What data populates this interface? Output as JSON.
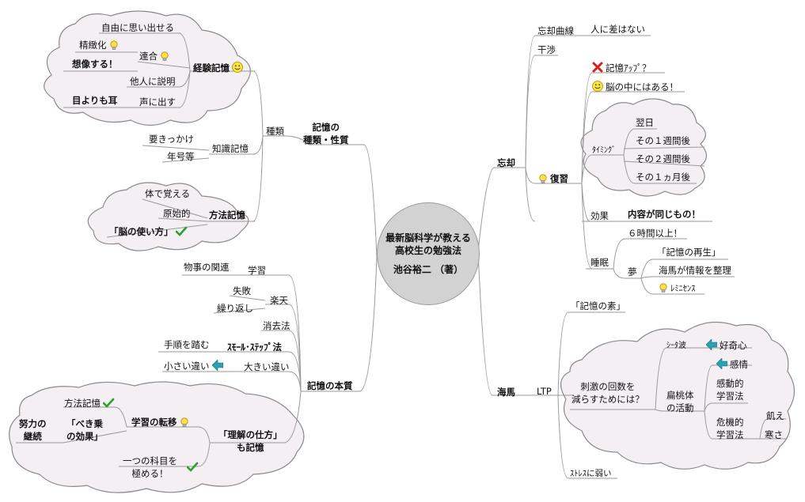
{
  "center": {
    "line1": "最新脳科学が教える",
    "line2": "高校生の勉強法",
    "line3": "池谷裕二 （著）"
  },
  "left_top": {
    "branch1": {
      "label_l1": "記憶の",
      "label_l2": "種類・性質"
    },
    "shurui": "種類",
    "keiken": {
      "label": "経験記憶",
      "free_recall": "自由に思い出せる",
      "rengo": "連合",
      "seichika": "精緻化",
      "souzou": "想像する！",
      "setsumei": "他人に説明",
      "koe": "声に出す",
      "mememo": "目よりも耳"
    },
    "chishiki": {
      "label": "知識記憶",
      "kikkake": "要きっかけ",
      "nengou": "年号等"
    },
    "houhou": {
      "label": "方法記憶",
      "karada": "体で覚える",
      "genshi": "原始的",
      "noutsukai": "「脳の使い方」"
    }
  },
  "left_bottom": {
    "branch": "記憶の本質",
    "gakushu": "学習",
    "bukkyou": "物事の関連",
    "rakuten": "楽天",
    "shippai": "失敗",
    "kurikaeshi": "繰り返し",
    "shoukyo": "消去法",
    "small_step": "ｽﾓｰﾙ･ｽﾃｯﾌﾟ法",
    "tejun": "手順を踏む",
    "ookii": "大きい違い",
    "chiisai": "小さい違い",
    "rikai": {
      "l1": "「理解の仕方」",
      "l2": "も記憶",
      "ten_i": "学習の転移",
      "houhou": "方法記憶",
      "beki_l1": "「べき乗",
      "beki_l2": "の効果」",
      "doryoku_l1": "努力の",
      "doryoku_l2": "継続",
      "kiwame_l1": "一つの科目を",
      "kiwame_l2": "極める！"
    }
  },
  "right_top": {
    "boukyaku": "忘却",
    "kyokusen": "忘却曲線",
    "sa": "人に差はない",
    "kanshou": "干渉",
    "fukushu": "復習",
    "kiokuup": "記憶ｱｯﾌﾟ？",
    "nounaka": "脳の中にはある！",
    "timing": "ﾀｲﾐﾝｸﾞ",
    "yokujitsu": "翌日",
    "week1": "その１週間後",
    "week2": "その２週間後",
    "month1": "その１ヵ月後",
    "kouka": "効果",
    "onaji": "内容が同じもの！",
    "suimin": "睡眠",
    "rokujikan": "６時間以上！",
    "yume": "夢",
    "saisei": "「記憶の再生」",
    "seiri": "海馬が情報を整理",
    "reminiscence": "ﾚﾐﾆｾﾝｽ"
  },
  "right_bottom": {
    "kaiba": "海馬",
    "ltp": "LTP",
    "moto": "「記憶の素」",
    "shigeki_l1": "刺激の回数を",
    "shigeki_l2": "減らすためには？",
    "theta": "ｼｰﾀ波",
    "koukishin": "好奇心",
    "hentou_l1": "扁桃体",
    "hentou_l2": "の活動",
    "kanjou": "感情",
    "kandou_l1": "感動的",
    "kandou_l2": "学習法",
    "kiki_l1": "危機的",
    "kiki_l2": "学習法",
    "ue": "飢え",
    "samusa": "寒さ",
    "stress": "ｽﾄﾚｽに弱い"
  },
  "colors": {
    "cloud_fill": "#f3eff3",
    "cloud_stroke": "#8a8a8a",
    "center_fill": "#d2d2d2",
    "line": "#9a9a9a"
  },
  "icons": [
    "bulb-icon",
    "smiley-icon",
    "check-icon",
    "cross-icon",
    "arrow-left-icon"
  ]
}
